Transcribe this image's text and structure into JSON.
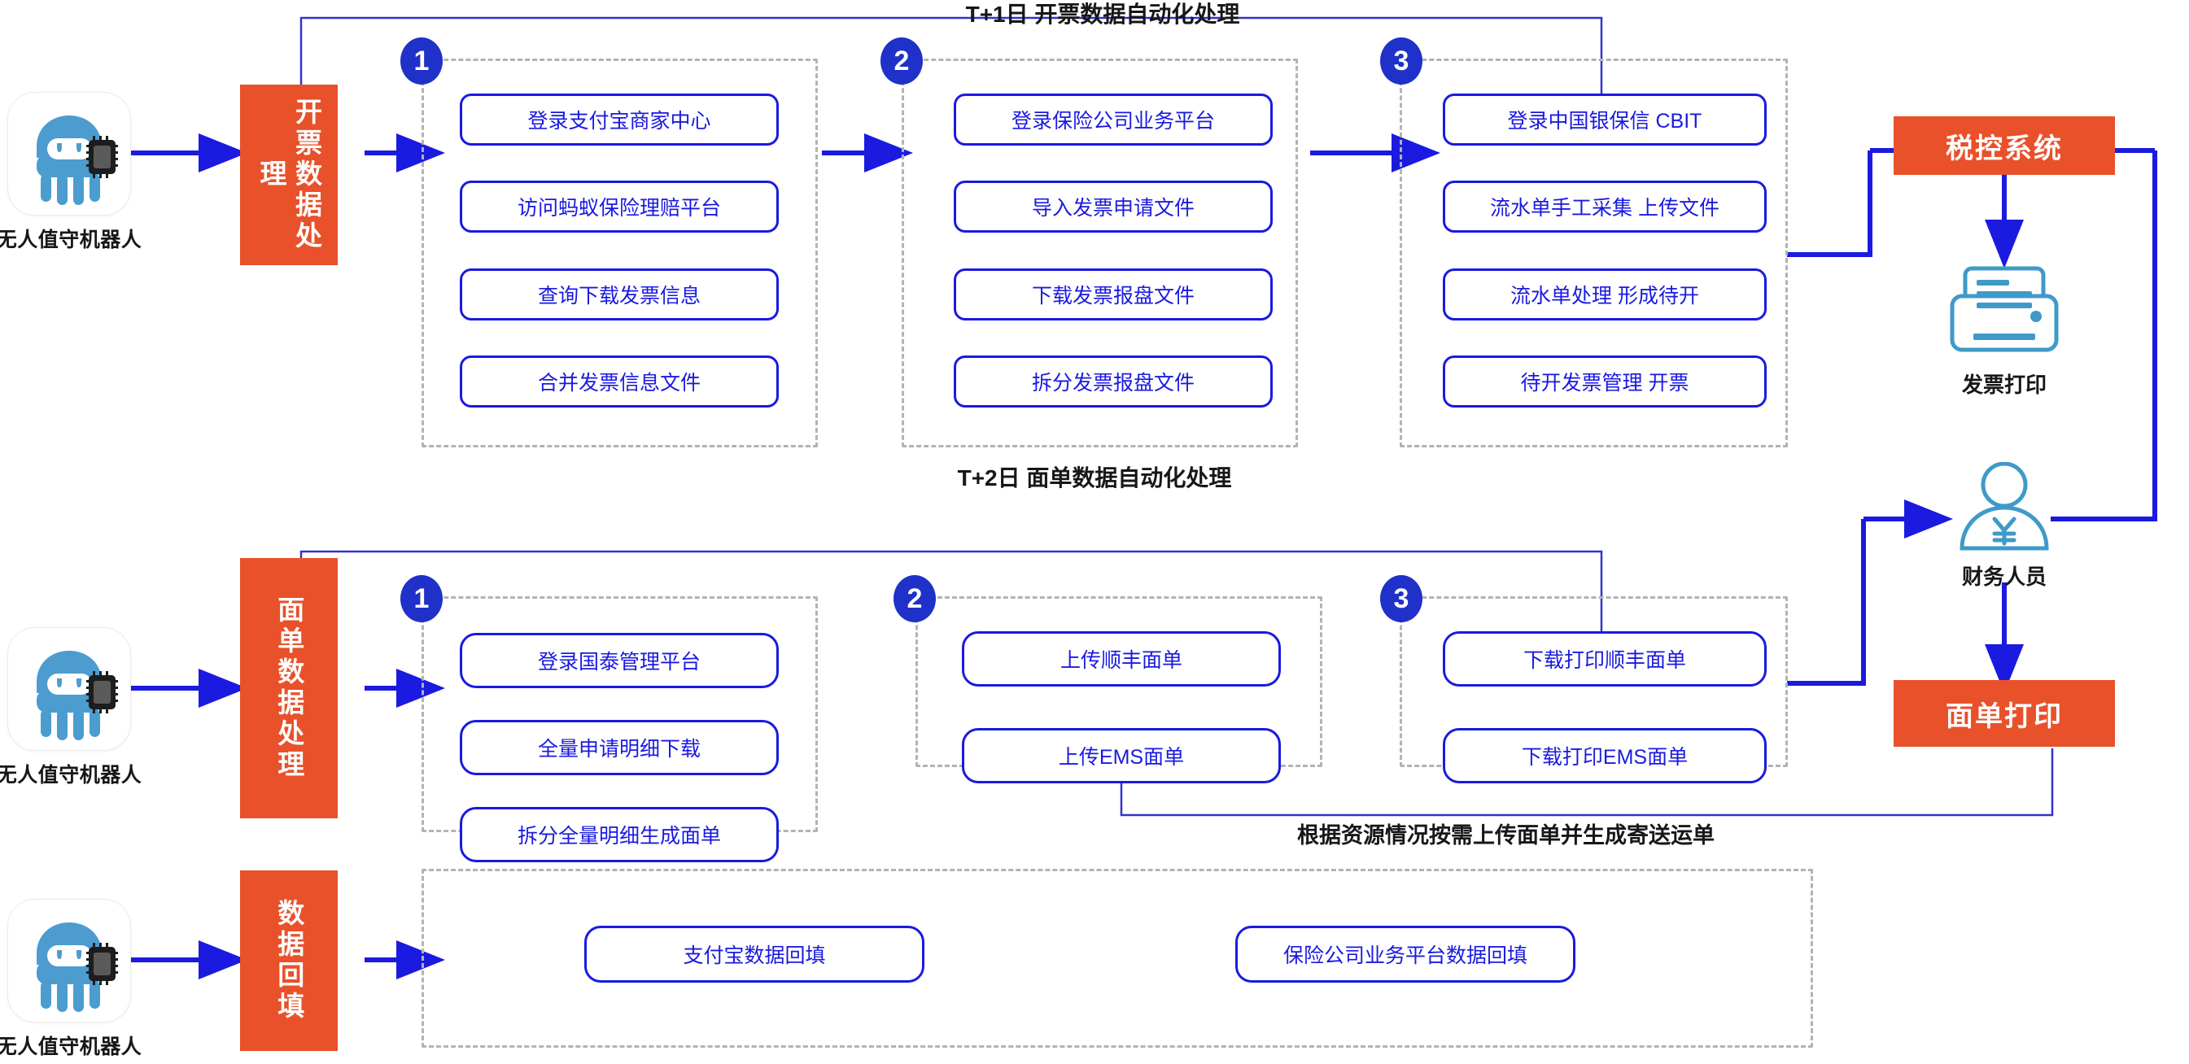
{
  "meta": {
    "colors": {
      "orange": "#E8512A",
      "blue_box_border": "#1A1AE0",
      "badge_blue": "#1F31C8",
      "icon_blue": "#3F9AC9",
      "dashed_gray": "#B3B3B3",
      "text_dark": "#171717"
    }
  },
  "rows": [
    {
      "id": "row-invoice",
      "title": "T+1日 开票数据自动化处理",
      "robot_label": "无人值守机器人",
      "pillar_label": "开票数据处理",
      "groups": [
        {
          "badge": "1",
          "steps": [
            "登录支付宝商家中心",
            "访问蚂蚁保险理赔平台",
            "查询下载发票信息",
            "合并发票信息文件"
          ]
        },
        {
          "badge": "2",
          "steps": [
            "登录保险公司业务平台",
            "导入发票申请文件",
            "下载发票报盘文件",
            "拆分发票报盘文件"
          ]
        },
        {
          "badge": "3",
          "steps": [
            "登录中国银保信 CBIT",
            "流水单手工采集 上传文件",
            "流水单处理 形成待开",
            "待开发票管理 开票"
          ]
        }
      ]
    },
    {
      "id": "row-waybill",
      "title": "T+2日 面单数据自动化处理",
      "robot_label": "无人值守机器人",
      "pillar_label": "面单数据处理",
      "groups": [
        {
          "badge": "1",
          "steps": [
            "登录国泰管理平台",
            "全量申请明细下载",
            "拆分全量明细生成面单"
          ]
        },
        {
          "badge": "2",
          "steps": [
            "上传顺丰面单",
            "上传EMS面单"
          ]
        },
        {
          "badge": "3",
          "steps": [
            "下载打印顺丰面单",
            "下载打印EMS面单"
          ]
        }
      ]
    },
    {
      "id": "row-backfill",
      "title": "",
      "robot_label": "无人值守机器人",
      "pillar_label": "数据回填",
      "groups": [
        {
          "badge": "",
          "steps": [
            "支付宝数据回填",
            "保险公司业务平台数据回填"
          ]
        }
      ]
    }
  ],
  "right": {
    "tax_system_label": "税控系统",
    "printer_caption": "发票打印",
    "finance_caption": "财务人员",
    "waybill_print_label": "面单打印"
  },
  "annotations": {
    "feedback_note": "根据资源情况按需上传面单并生成寄送运单"
  },
  "icons": {
    "robot": "robot-icon",
    "printer": "printer-icon",
    "person": "person-finance-icon"
  }
}
